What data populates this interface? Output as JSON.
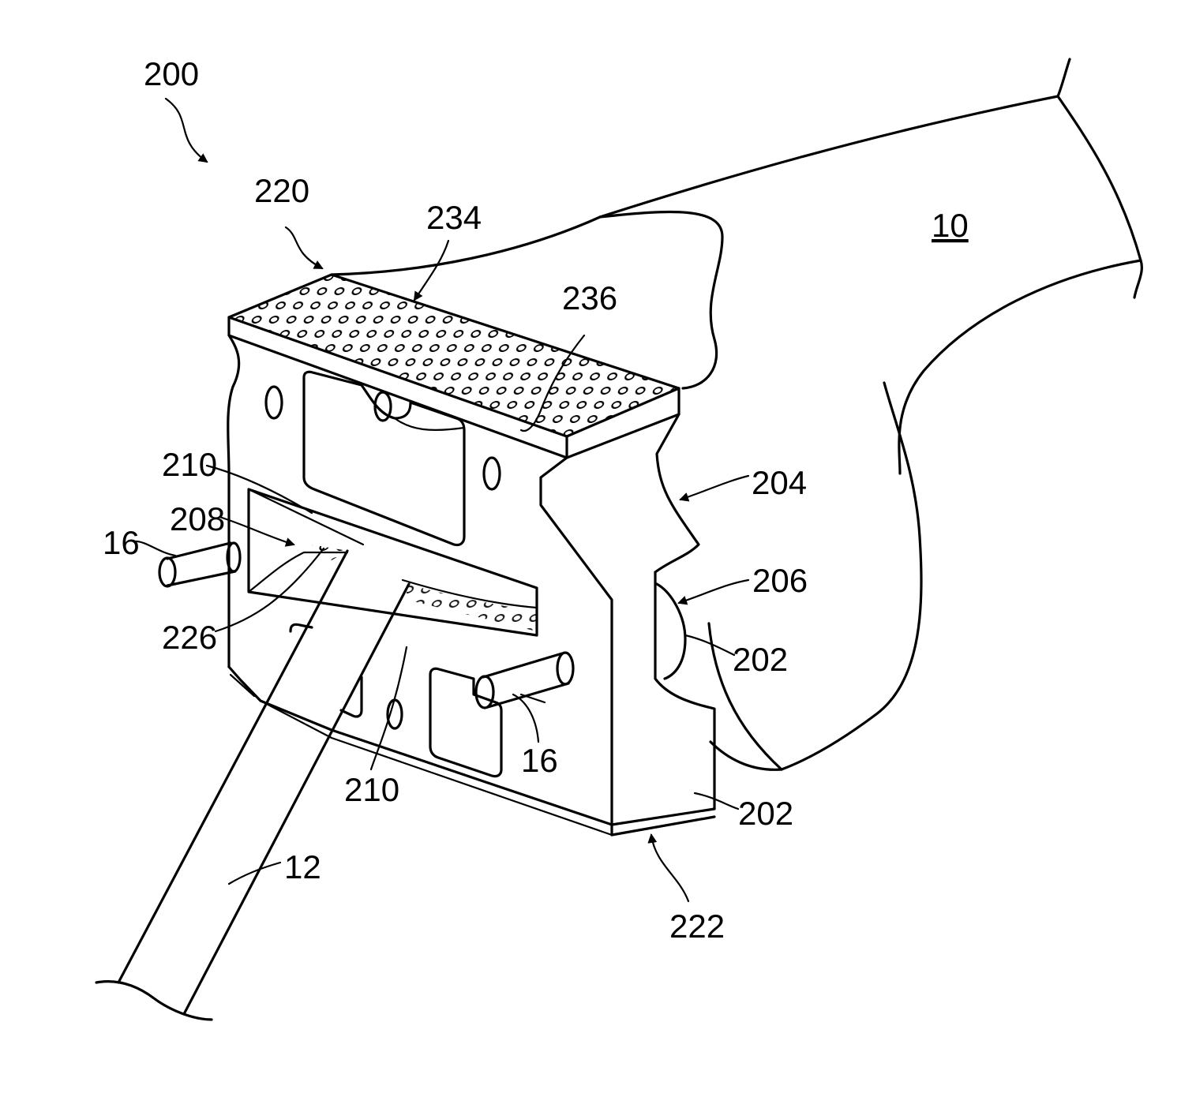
{
  "labels": {
    "l200": "200",
    "l220": "220",
    "l234": "234",
    "l236": "236",
    "l10": "10",
    "l210a": "210",
    "l208": "208",
    "l16a": "16",
    "l204": "204",
    "l206": "206",
    "l202a": "202",
    "l226": "226",
    "l16b": "16",
    "l210b": "210",
    "l202b": "202",
    "l12": "12",
    "l222": "222"
  },
  "colors": {
    "line": "#000000",
    "background": "#ffffff"
  }
}
